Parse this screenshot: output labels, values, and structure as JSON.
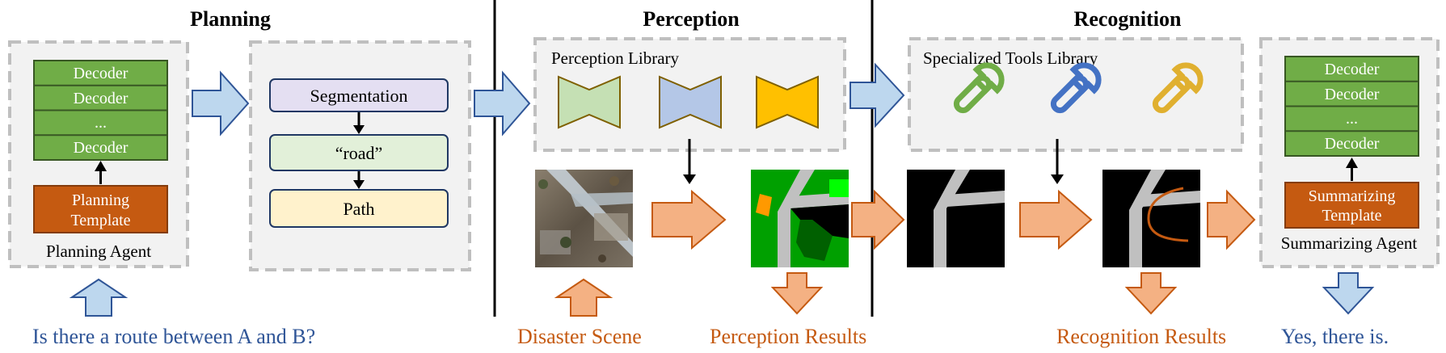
{
  "sections": {
    "planning": "Planning",
    "perception": "Perception",
    "recognition": "Recognition"
  },
  "planning_agent": {
    "decoders": [
      "Decoder",
      "Decoder",
      "...",
      "Decoder"
    ],
    "template_line1": "Planning",
    "template_line2": "Template",
    "label": "Planning Agent"
  },
  "plan_steps": [
    "Segmentation",
    "“road”",
    "Path"
  ],
  "perception_library": {
    "label": "Perception Library"
  },
  "tools_library": {
    "label": "Specialized Tools Library"
  },
  "summarizing_agent": {
    "decoders": [
      "Decoder",
      "Decoder",
      "...",
      "Decoder"
    ],
    "template_line1": "Summarizing",
    "template_line2": "Template",
    "label": "Summarizing Agent"
  },
  "captions": {
    "question": "Is there a route between A and B?",
    "disaster_scene": "Disaster Scene",
    "perception_results": "Perception Results",
    "recognition_results": "Recognition Results",
    "answer": "Yes, there is."
  },
  "colors": {
    "decoder_green": "#70ad47",
    "template_orange": "#c55a11",
    "blue_arrow": "#bdd7ee",
    "orange_arrow": "#f4b183",
    "caption_blue": "#2f5597",
    "caption_orange": "#c55a11"
  }
}
